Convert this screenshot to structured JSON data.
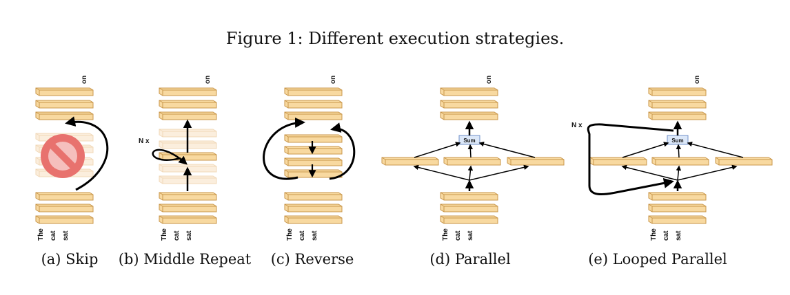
{
  "figure": {
    "title": "Figure 1: Different execution strategies."
  },
  "tokens": {
    "the": "The",
    "cat": "cat",
    "sat": "sat",
    "on": "on"
  },
  "labels": {
    "repeat": "N x",
    "sum": "Sum"
  },
  "panels": [
    {
      "id": "skip",
      "caption": "(a) Skip"
    },
    {
      "id": "middle-repeat",
      "caption": "(b) Middle Repeat"
    },
    {
      "id": "reverse",
      "caption": "(c) Reverse"
    },
    {
      "id": "parallel",
      "caption": "(d) Parallel"
    },
    {
      "id": "looped-parallel",
      "caption": "(e) Looped Parallel"
    }
  ],
  "colors": {
    "layer_fill": "#f8d9a0",
    "layer_stroke": "#c8964a",
    "layer_faded": "#fbeedd",
    "no_sign": "#e8726e",
    "sum_fill": "#dbe7f8",
    "sum_stroke": "#6f8fc9",
    "arrow": "#000000"
  }
}
